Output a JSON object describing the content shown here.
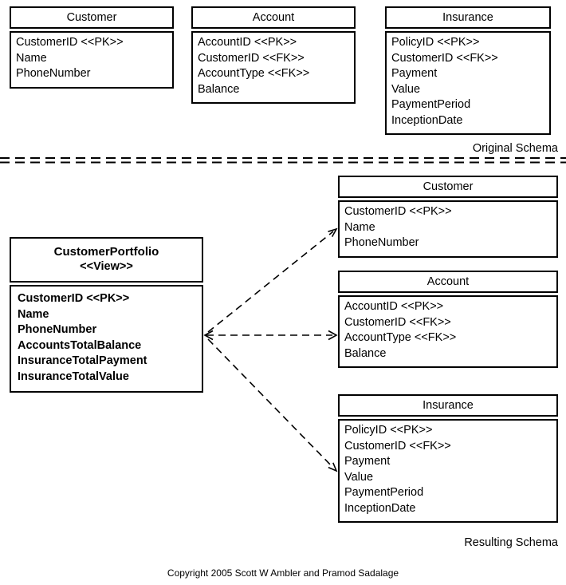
{
  "colors": {
    "line": "#000000",
    "background": "#ffffff",
    "text": "#000000"
  },
  "original_schema": {
    "label": "Original Schema",
    "tables": [
      {
        "title": "Customer",
        "fields": [
          "CustomerID <<PK>>",
          "Name",
          "PhoneNumber"
        ]
      },
      {
        "title": "Account",
        "fields": [
          "AccountID <<PK>>",
          "CustomerID <<FK>>",
          "AccountType <<FK>>",
          "Balance"
        ]
      },
      {
        "title": "Insurance",
        "fields": [
          "PolicyID <<PK>>",
          "CustomerID <<FK>>",
          "Payment",
          "Value",
          "PaymentPeriod",
          "InceptionDate"
        ]
      }
    ]
  },
  "resulting_schema": {
    "label": "Resulting Schema",
    "view": {
      "title": "CustomerPortfolio",
      "stereotype": "<<View>>",
      "fields": [
        "CustomerID <<PK>>",
        "Name",
        "PhoneNumber",
        "AccountsTotalBalance",
        "InsuranceTotalPayment",
        "InsuranceTotalValue"
      ]
    },
    "tables": [
      {
        "title": "Customer",
        "fields": [
          "CustomerID <<PK>>",
          "Name",
          "PhoneNumber"
        ]
      },
      {
        "title": "Account",
        "fields": [
          "AccountID <<PK>>",
          "CustomerID <<FK>>",
          "AccountType <<FK>>",
          "Balance"
        ]
      },
      {
        "title": "Insurance",
        "fields": [
          "PolicyID <<PK>>",
          "CustomerID <<FK>>",
          "Payment",
          "Value",
          "PaymentPeriod",
          "InceptionDate"
        ]
      }
    ],
    "connectors": [
      {
        "from": "CustomerPortfolio",
        "to": "Customer",
        "style": "dashed, open arrowhead at target"
      },
      {
        "from": "CustomerPortfolio",
        "to": "Account",
        "style": "dashed, open arrowheads at both ends"
      },
      {
        "from": "CustomerPortfolio",
        "to": "Insurance",
        "style": "dashed, open arrowhead at target"
      }
    ]
  },
  "footer": {
    "copyright": "Copyright 2005 Scott W Ambler and Pramod Sadalage"
  }
}
